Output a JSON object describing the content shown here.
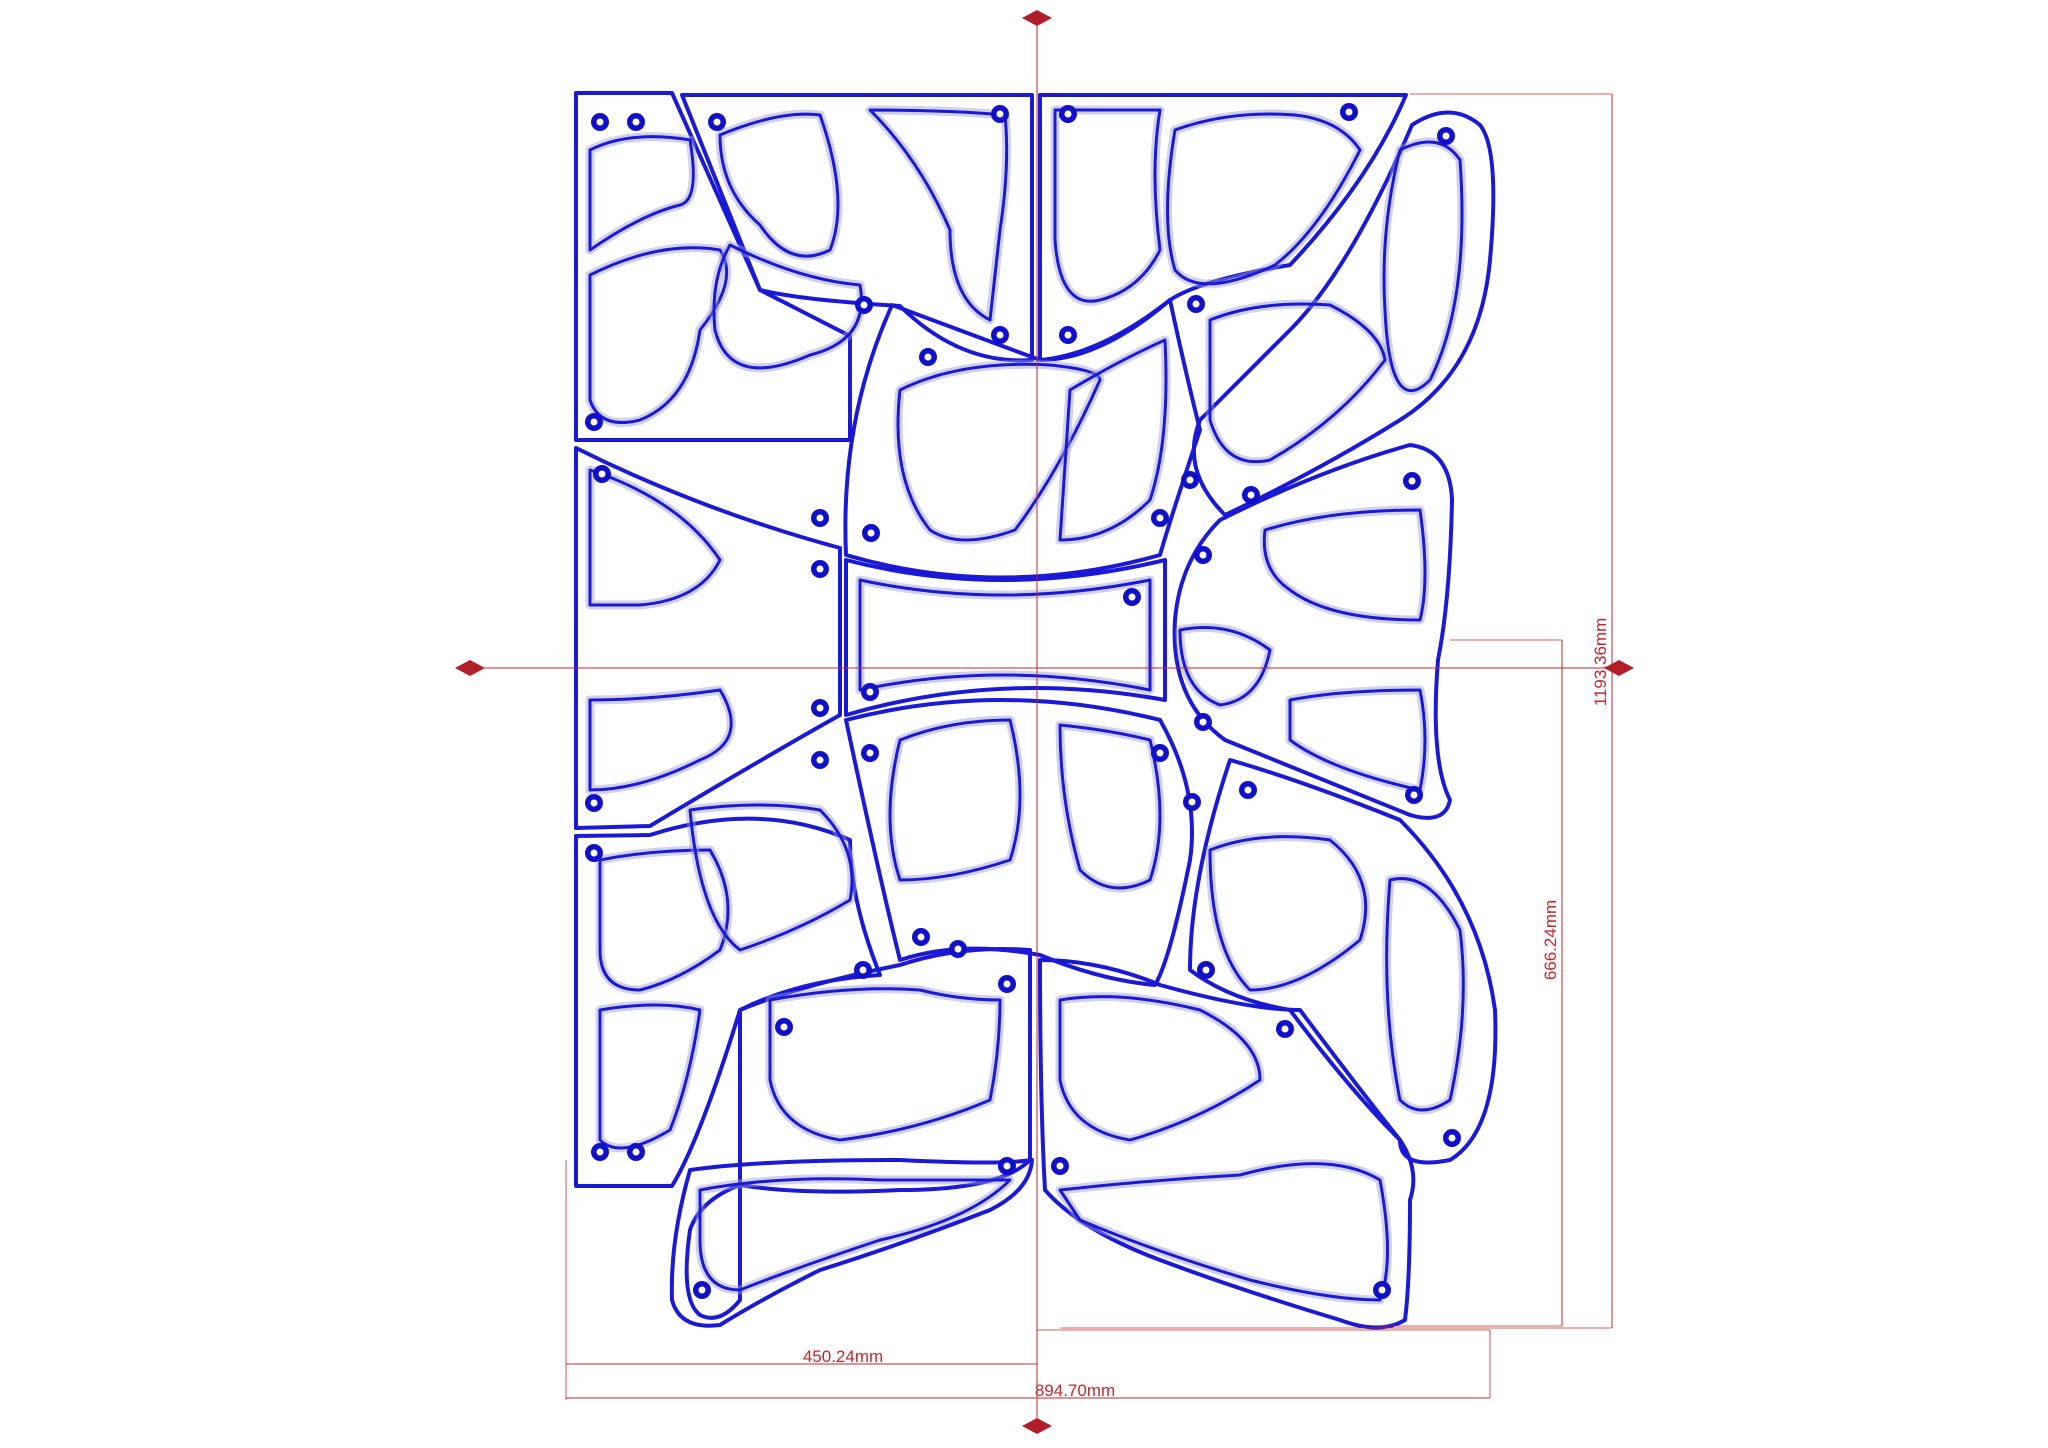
{
  "colors": {
    "cut": "#1a1ad6",
    "tool_path": "#9a9ad8",
    "hatch": "#b5b5b5",
    "dimension": "#c0272d",
    "marker": "#b01e28",
    "bore": "#1010c8"
  },
  "dimensions": {
    "half_width": "450.24mm",
    "total_width": "894.70mm",
    "partial_height": "666.24mm",
    "total_height": "1193.36mm"
  },
  "markers": [
    "top-marker",
    "bottom-marker",
    "left-marker",
    "right-marker"
  ]
}
